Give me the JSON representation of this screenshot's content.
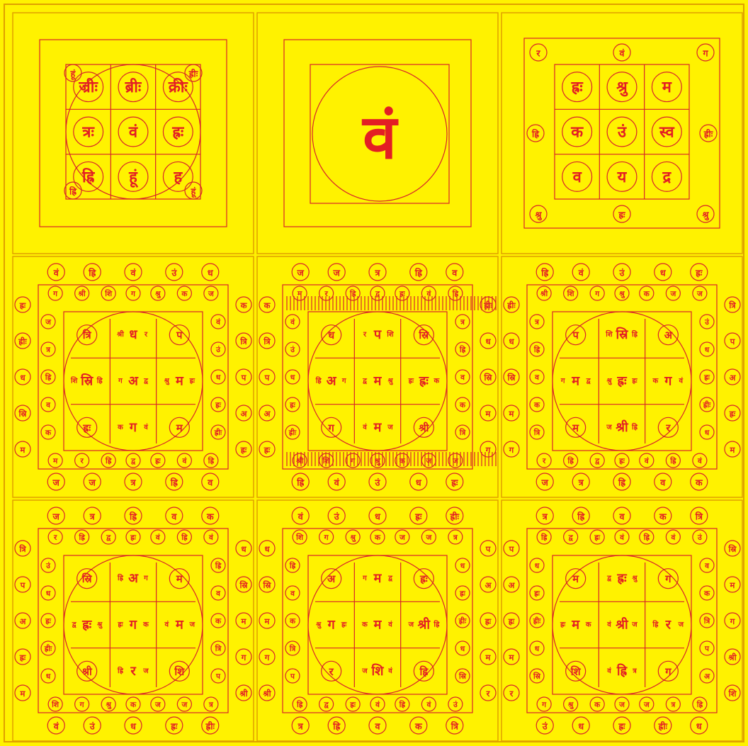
{
  "colors": {
    "background": "#FFF200",
    "line": "#D8232A",
    "ink": "#E31E24",
    "panel_border": "#E0A000"
  },
  "panels": [
    {
      "kind": "nine-grid",
      "cells": [
        "ज्रीः",
        "ब्रीः",
        "क्रीः",
        "त्रः",
        "वं",
        "ह्रः",
        "ह्रि",
        "हूं",
        "ह"
      ],
      "corners": [
        "हूं",
        "ह्रीः",
        "ह्रि",
        "हूं"
      ]
    },
    {
      "kind": "single",
      "center": "वं"
    },
    {
      "kind": "nine-grid-ring",
      "cells": [
        "ह्रः",
        "श्रु",
        "म",
        "क",
        "उं",
        "स्व",
        "व",
        "य",
        "द्र"
      ],
      "top": [
        "र",
        "वं",
        "ग"
      ],
      "sides": [
        "ह्रि",
        "ह्रीः"
      ],
      "bottom": [
        "श्रु",
        "ह्रः",
        "श्रु"
      ]
    },
    {
      "kind": "mandala",
      "seed": 1
    },
    {
      "kind": "mandala-hatched",
      "seed": 2
    },
    {
      "kind": "mandala",
      "seed": 3
    },
    {
      "kind": "mandala",
      "seed": 4
    },
    {
      "kind": "mandala",
      "seed": 5
    },
    {
      "kind": "mandala",
      "seed": 6
    }
  ],
  "syllables": [
    "वं",
    "ज",
    "ह्रि",
    "ज",
    "वं",
    "त्र",
    "उं",
    "ह्रि",
    "ध",
    "व",
    "ह्रः",
    "क",
    "ह्रीः",
    "त्रि",
    "ध",
    "प",
    "स्रि",
    "अ",
    "म",
    "ह्रः",
    "ग",
    "म",
    "श्री",
    "र",
    "शि",
    "ह्रि",
    "ग",
    "द्व",
    "श्रु",
    "ह्रः",
    "क"
  ]
}
